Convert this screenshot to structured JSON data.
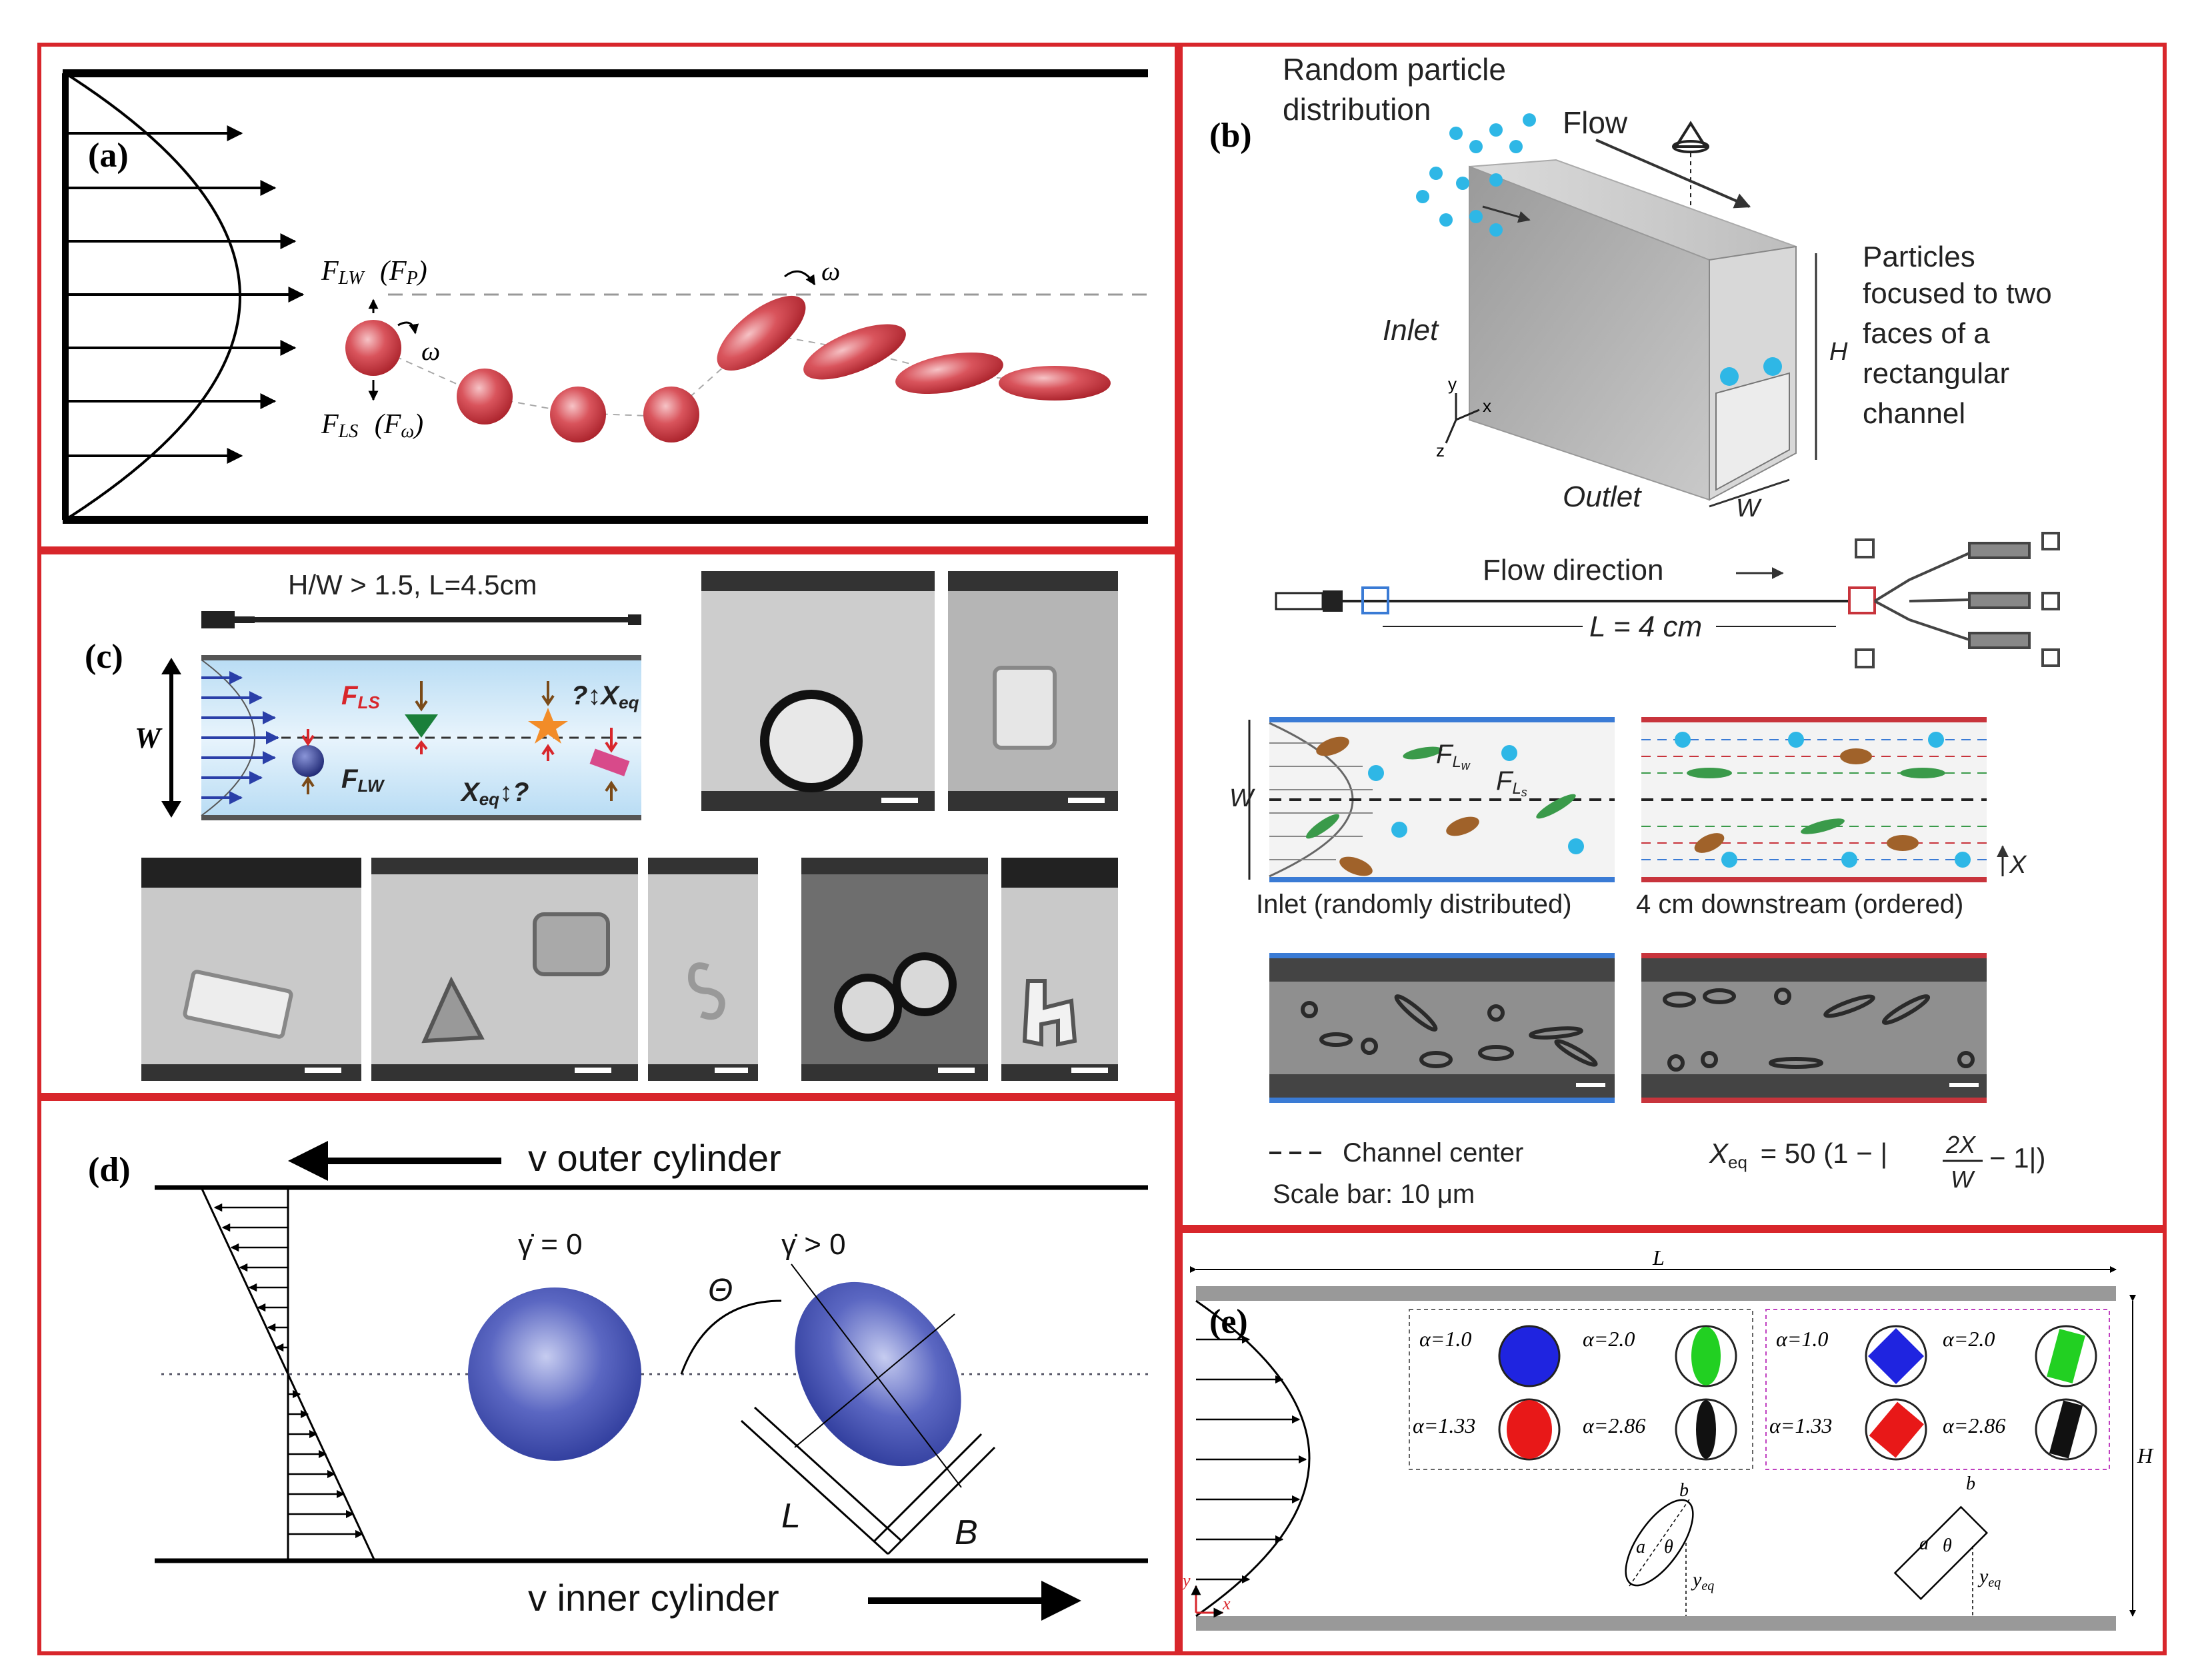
{
  "panel_a": {
    "label": "(a)",
    "force_top": "F",
    "force_top_sub": "LW",
    "force_top_alt": "(F",
    "force_top_alt_sub": "P",
    "force_top_alt_close": ")",
    "force_bottom": "F",
    "force_bottom_sub": "LS",
    "force_bottom_alt": "(F",
    "force_bottom_alt_sub": "ω",
    "force_bottom_alt_close": ")",
    "omega_1": "ω",
    "omega_2": "ω",
    "colors": {
      "particle": "#c8343c",
      "wall": "#000000"
    }
  },
  "panel_b": {
    "label": "(b)",
    "random_text_1": "Random particle",
    "random_text_2": "distribution",
    "flow": "Flow",
    "inlet": "Inlet",
    "outlet": "Outlet",
    "H": "H",
    "W": "W",
    "axis_y": "y",
    "axis_x": "x",
    "axis_z": "z",
    "particles_1": "Particles",
    "particles_2": "focused to two",
    "particles_3": "faces of a",
    "particles_4": "rectangular",
    "particles_5": "channel",
    "flow_direction": "Flow direction",
    "length": "L = 4 cm",
    "w_side": "W",
    "FLw": "F",
    "FLw_sub": "L",
    "FLw_sub2": "w",
    "FLs": "F",
    "FLs_sub": "L",
    "FLs_sub2": "s",
    "inlet_caption": "Inlet (randomly distributed)",
    "downstream_caption": "4 cm downstream (ordered)",
    "X": "X",
    "channel_center": "Channel center",
    "scale_bar": "Scale bar: 10 μm",
    "xeq_formula_left": "X",
    "xeq_formula_sub": "eq",
    "xeq_formula_mid": "= 50 (1 − |",
    "xeq_num": "2X",
    "xeq_den": "W",
    "xeq_tail": "− 1|)",
    "colors": {
      "blue": "#3a7bd5",
      "red": "#c8343c",
      "sphere": "#2eb7e6"
    }
  },
  "panel_c": {
    "label": "(c)",
    "top_text": "H/W > 1.5, L=4.5cm",
    "W": "W",
    "FLS": "F",
    "FLS_sub": "LS",
    "FLW": "F",
    "FLW_sub": "LW",
    "Xeq_top": "?↕X",
    "Xeq_top_sub": "eq",
    "Xeq_bottom": "X",
    "Xeq_bottom_sub": "eq",
    "Xeq_bottom_tail": "↕?"
  },
  "panel_d": {
    "label": "(d)",
    "outer": "v outer cylinder",
    "inner": "v inner cylinder",
    "gamma_zero": "γ̇ = 0",
    "gamma_pos": "γ̇ > 0",
    "theta": "Θ",
    "L": "L",
    "B": "B",
    "colors": {
      "particle": "#3b4fb0"
    }
  },
  "panel_e": {
    "label": "(e)",
    "L": "L",
    "H": "H",
    "a10": "α=1.0",
    "a20": "α=2.0",
    "a133": "α=1.33",
    "a286": "α=2.86",
    "b10": "α=1.0",
    "b20": "α=2.0",
    "b133": "α=1.33",
    "b286": "α=2.86",
    "a": "a",
    "b": "b",
    "theta": "θ",
    "yeq": "y",
    "yeq_sub": "eq",
    "a_2": "a",
    "b_2": "b",
    "theta_2": "θ",
    "yeq_2": "y",
    "yeq_sub_2": "eq",
    "axis_y": "y",
    "axis_x": "x",
    "colors": {
      "blue": "#1f24e0",
      "green": "#22d022",
      "red": "#e81818",
      "black": "#111111"
    }
  }
}
